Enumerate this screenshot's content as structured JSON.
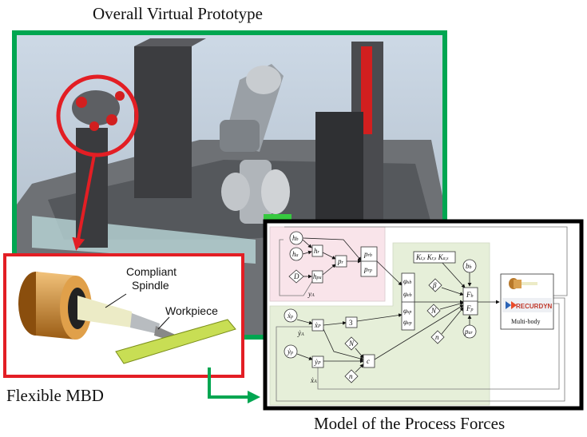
{
  "captions": {
    "top": "Overall Virtual Prototype",
    "left": "Flexible MBD",
    "bottom": "Model of the Process Forces"
  },
  "inset": {
    "spindle_label_1": "Compliant",
    "spindle_label_2": "Spindle",
    "workpiece_label": "Workpiece"
  },
  "diagram": {
    "hb": {
      "main": "h",
      "sub": "b"
    },
    "ha": {
      "main": "h",
      "sub": "a"
    },
    "D": {
      "main": "D"
    },
    "hr": {
      "main": "h",
      "sub": "r"
    },
    "hpu": {
      "main": "h",
      "sub": "pu"
    },
    "pr": {
      "main": "p",
      "sub": "r"
    },
    "prb": {
      "main": "p",
      "sub": "rb"
    },
    "prp": {
      "main": "p",
      "sub": "rp"
    },
    "yA": {
      "main": "y",
      "sub": "A"
    },
    "phi": [
      {
        "main": "φ",
        "sub": "sb"
      },
      {
        "main": "φ",
        "sub": "eb"
      },
      {
        "main": "φ",
        "sub": "sp"
      },
      {
        "main": "φ",
        "sub": "ep"
      }
    ],
    "K": [
      {
        "main": "K",
        "sub": "t,s"
      },
      {
        "main": "K",
        "sub": "r,s"
      },
      {
        "main": "K",
        "sub": "a,s"
      }
    ],
    "bb": {
      "main": "b",
      "sub": "b"
    },
    "beta": {
      "main": "β"
    },
    "N1": {
      "main": "N"
    },
    "n1": {
      "main": "n"
    },
    "Fb": {
      "main": "F",
      "sub": "b"
    },
    "Fp": {
      "main": "F",
      "sub": "p"
    },
    "par": {
      "main": "p",
      "sub": "ar"
    },
    "xp_in": {
      "main": "ẋ",
      "sub": "p"
    },
    "xP": {
      "main": "ẋ",
      "sub": "P"
    },
    "three": {
      "main": "3"
    },
    "yA_dot": {
      "main": "ẏ",
      "sub": "A"
    },
    "yp_in": {
      "main": "ẏ",
      "sub": "p"
    },
    "yP": {
      "main": "ẏ",
      "sub": "P"
    },
    "N2": {
      "main": "N"
    },
    "n2": {
      "main": "n"
    },
    "c": {
      "main": "c"
    },
    "xA_dot": {
      "main": "ẋ",
      "sub": "A"
    },
    "multibody_label": "Multi-body",
    "recurdyn_logo": "RECURDYN"
  },
  "colors": {
    "green": "#00a651",
    "red": "#e31e24",
    "pink": "#f9e4ea",
    "lightgreen": "#e6efd9"
  }
}
